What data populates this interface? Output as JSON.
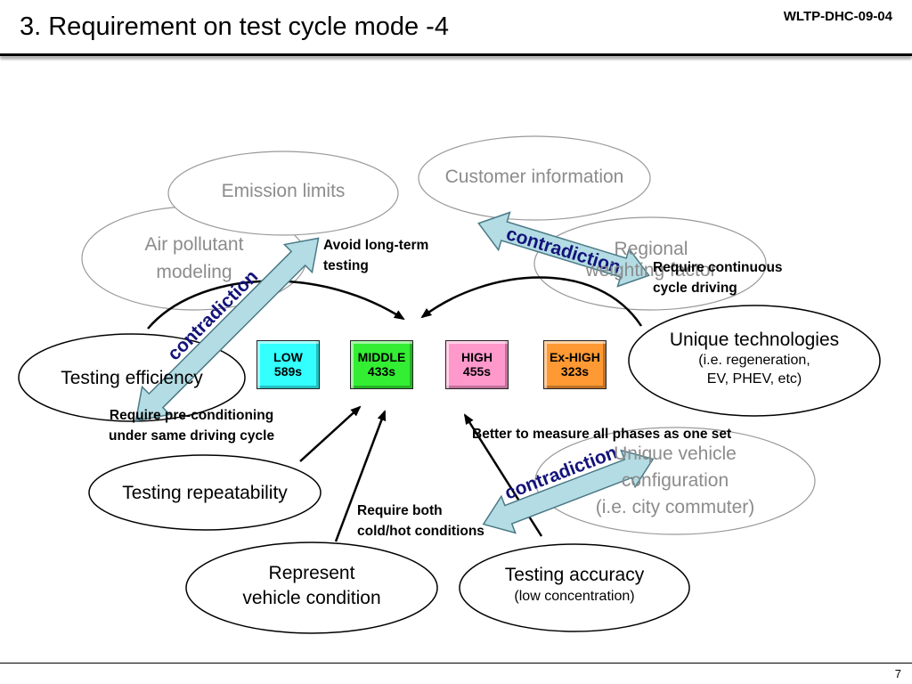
{
  "header": {
    "title": "3. Requirement on test cycle mode -4",
    "doc_id": "WLTP-DHC-09-04"
  },
  "footer": {
    "page": "7"
  },
  "ellipses": {
    "emission_limits": "Emission limits",
    "customer_information": "Customer information",
    "air_pollutant": [
      "Air pollutant",
      "modeling"
    ],
    "regional_weighting": [
      "Regional",
      "weighting factor"
    ],
    "unique_technologies": [
      "Unique technologies",
      "(i.e. regeneration,",
      "EV, PHEV, etc)"
    ],
    "testing_efficiency": "Testing efficiency",
    "unique_vehicle": [
      "Unique vehicle",
      "configuration",
      "(i.e. city commuter)"
    ],
    "testing_repeatability": "Testing repeatability",
    "represent_vehicle": [
      "Represent",
      "vehicle condition"
    ],
    "testing_accuracy": [
      "Testing accuracy",
      "(low concentration)"
    ]
  },
  "phases": [
    {
      "name": "LOW",
      "duration": "589s",
      "color": "#33ffff"
    },
    {
      "name": "MIDDLE",
      "duration": "433s",
      "color": "#33ee33"
    },
    {
      "name": "HIGH",
      "duration": "455s",
      "color": "#ff99cc"
    },
    {
      "name": "Ex-HIGH",
      "duration": "323s",
      "color": "#ff9933"
    }
  ],
  "notes": {
    "avoid_long_term": [
      "Avoid long-term",
      "testing"
    ],
    "require_continuous": [
      "Require continuous",
      "cycle driving"
    ],
    "require_preconditioning": [
      "Require pre-conditioning",
      "under same driving cycle"
    ],
    "better_measure": "Better to measure all phases as one set",
    "require_both": [
      "Require both",
      "cold/hot conditions"
    ]
  },
  "contradiction_label": "contradiction",
  "colors": {
    "arrow_fill": "#b4dce4",
    "arrow_stroke": "#4a7a86",
    "label": "#13137a",
    "gray_outline": "#999999"
  }
}
